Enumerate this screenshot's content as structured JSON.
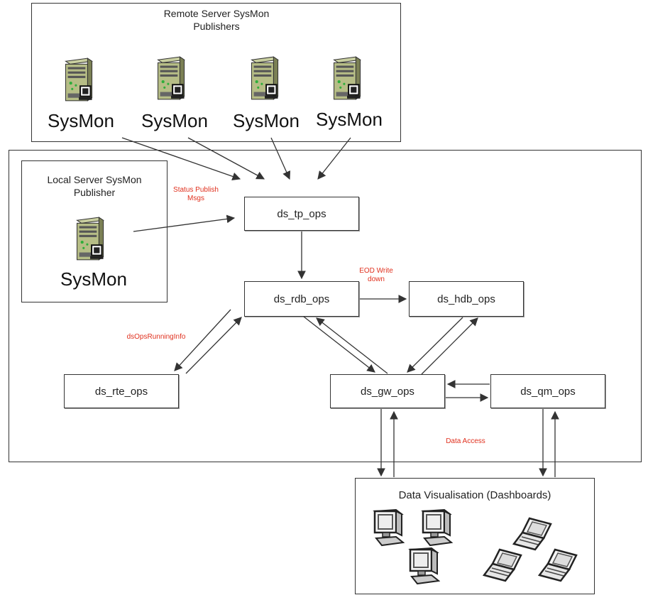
{
  "remote": {
    "title_line1": "Remote Server SysMon",
    "title_line2": "Publishers",
    "server_labels": [
      "SysMon",
      "SysMon",
      "SysMon",
      "SysMon"
    ]
  },
  "local": {
    "title_line1": "Local Server SysMon",
    "title_line2": "Publisher",
    "server_label": "SysMon"
  },
  "nodes": {
    "tp": "ds_tp_ops",
    "rdb": "ds_rdb_ops",
    "hdb": "ds_hdb_ops",
    "rte": "ds_rte_ops",
    "gw": "ds_gw_ops",
    "qm": "ds_qm_ops"
  },
  "annotations": {
    "status_publish_1": "Status Publish",
    "status_publish_2": "Msgs",
    "eod_1": "EOD Write",
    "eod_2": "down",
    "running_info": "dsOpsRunningInfo",
    "data_access": "Data Access"
  },
  "dashboards": {
    "title": "Data Visualisation (Dashboards)"
  },
  "colors": {
    "annotation": "#e0301e",
    "line": "#333333"
  }
}
